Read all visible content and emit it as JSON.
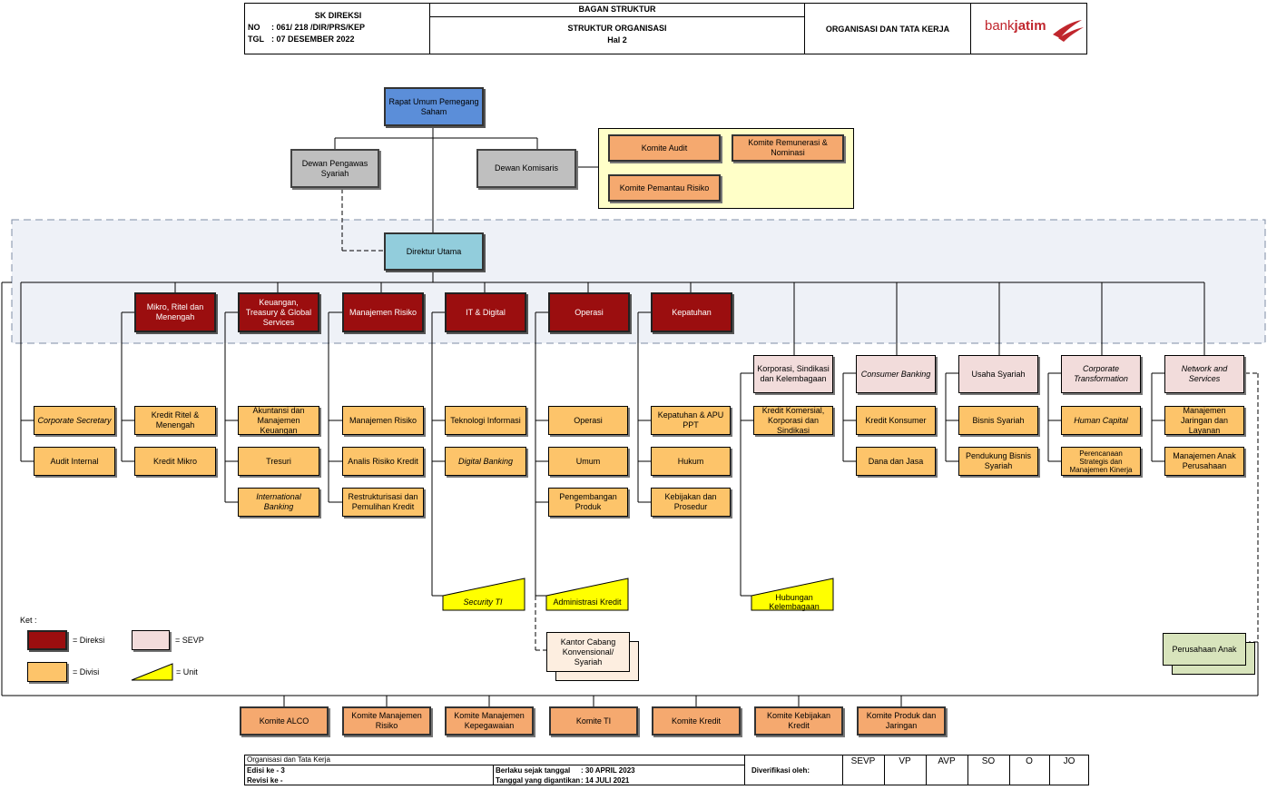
{
  "header": {
    "sk_title": "SK DIREKSI",
    "no_label": "NO",
    "no_value": ": 061/  218  /DIR/PRS/KEP",
    "tgl_label": "TGL",
    "tgl_value": ": 07 DESEMBER 2022",
    "bagan": "BAGAN STRUKTUR",
    "struktur": "STRUKTUR ORGANISASI",
    "hal": "Hal 2",
    "org": "ORGANISASI DAN TATA KERJA",
    "logo_bank": "bank",
    "logo_jatim": "jatim",
    "logo_color": "#c0262d"
  },
  "top": {
    "rups": "Rapat Umum Pemegang Saham",
    "dps": "Dewan Pengawas Syariah",
    "komisaris": "Dewan Komisaris",
    "komite_audit": "Komite Audit",
    "komite_remunerasi": "Komite Remunerasi & Nominasi",
    "komite_pemantau": "Komite Pemantau Risiko",
    "dirut": "Direktur Utama"
  },
  "direksi": {
    "mikro": "Mikro, Ritel dan Menengah",
    "keuangan": "Keuangan, Treasury & Global Services",
    "risiko": "Manajemen Risiko",
    "it": "IT & Digital",
    "operasi": "Operasi",
    "kepatuhan": "Kepatuhan"
  },
  "sevp": {
    "korporasi": "Korporasi, Sindikasi dan Kelembagaan",
    "consumer": "Consumer Banking",
    "syariah": "Usaha Syariah",
    "transformation": "Corporate Transformation",
    "network": "Network and Services"
  },
  "divisi": {
    "corsec": "Corporate Secretary",
    "audit_internal": "Audit Internal",
    "kredit_ritel": "Kredit Ritel & Menengah",
    "kredit_mikro": "Kredit Mikro",
    "akuntansi": "Akuntansi dan Manajemen Keuangan",
    "tresuri": "Tresuri",
    "international": "International Banking",
    "manrisk": "Manajemen Risiko",
    "analis": "Analis Risiko Kredit",
    "restrukturisasi": "Restrukturisasi dan Pemulihan Kredit",
    "ti": "Teknologi Informasi",
    "digital": "Digital Banking",
    "operasi": "Operasi",
    "umum": "Umum",
    "pengembangan": "Pengembangan Produk",
    "kepatuhan_apu": "Kepatuhan & APU PPT",
    "hukum": "Hukum",
    "kebijakan": "Kebijakan dan Prosedur",
    "kredit_komersial": "Kredit Komersial, Korporasi dan Sindikasi",
    "kredit_konsumer": "Kredit Konsumer",
    "dana_jasa": "Dana dan Jasa",
    "bisnis_syariah": "Bisnis Syariah",
    "pendukung_syariah": "Pendukung Bisnis Syariah",
    "human_capital": "Human Capital",
    "perencanaan": "Perencanaan Strategis dan Manajemen Kinerja",
    "jaringan": "Manajemen Jaringan dan Layanan",
    "anak_perusahaan": "Manajemen Anak Perusahaan"
  },
  "units": {
    "security": "Security TI",
    "adm_kredit": "Administrasi Kredit",
    "hubungan": "Hubungan Kelembagaan"
  },
  "others": {
    "kantor_cabang": "Kantor Cabang Konvensional/ Syariah",
    "perusahaan_anak": "Perusahaan Anak"
  },
  "legend": {
    "title": "Ket :",
    "direksi": "= Direksi",
    "sevp": "= SEVP",
    "divisi": "= Divisi",
    "unit": "= Unit"
  },
  "komite_bottom": [
    "Komite ALCO",
    "Komite Manajemen Risiko",
    "Komite Manajemen Kepegawaian",
    "Komite TI",
    "Komite Kredit",
    "Komite Kebijakan Kredit",
    "Komite Produk dan Jaringan"
  ],
  "footer": {
    "org": "Organisasi dan Tata Kerja",
    "edisi": "Edisi ke - 3",
    "revisi": "Revisi ke -",
    "berlaku_label": "Berlaku sejak tanggal",
    "berlaku_value": ": 30 APRIL 2023",
    "digantikan_label": "Tanggal yang digantikan",
    "digantikan_value": ": 14 JULI 2021",
    "diverifikasi": "Diverifikasi oleh:",
    "cols": [
      "SEVP",
      "VP",
      "AVP",
      "SO",
      "O",
      "JO"
    ]
  },
  "colors": {
    "direksi": "#9b0e0f",
    "divisi": "#fdc46a",
    "sevp": "#f2dcdb",
    "komite": "#f5a96f",
    "rups": "#5b8ed9",
    "dirut": "#92cddc",
    "komite_panel": "#ffffc8",
    "unit": "#ffff00",
    "perusahaan_anak": "#d8e4bc"
  }
}
